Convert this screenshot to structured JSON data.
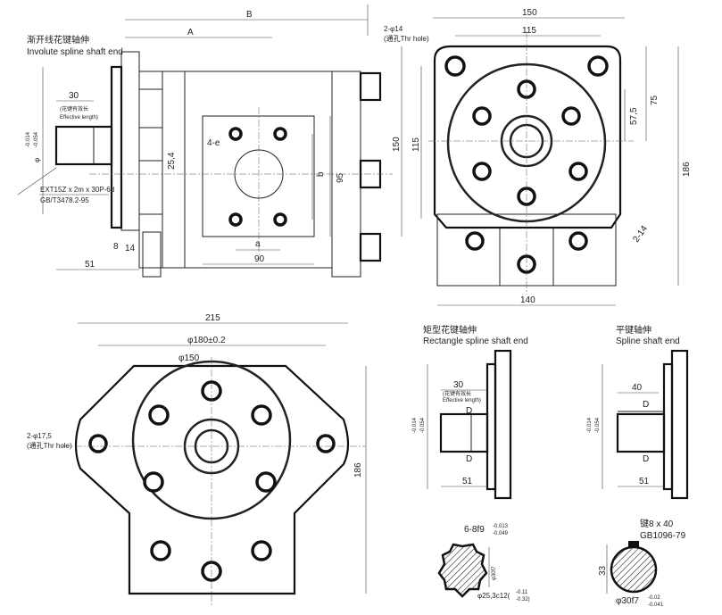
{
  "side_view": {
    "title_cn": "渐开线花键轴伸",
    "title_en": "Involute spline shaft end",
    "dim_B": "B",
    "dim_A": "A",
    "dim_30": "30",
    "effective_cn": "(花键有效长",
    "effective_en": "Effective length)",
    "tol_phi": "φ",
    "tol_upper": "-0.014",
    "tol_lower": "-0.054",
    "spline_spec": "EXT15Z x 2m x 30P-6d",
    "spline_std": "GB/T3478.2-95",
    "dim_25_4": "25,4",
    "holes_4": "4-e",
    "dim_95": "95",
    "dim_b": "b",
    "dim_a": "a",
    "dim_90": "90",
    "dim_8": "8",
    "dim_14": "14",
    "dim_51": "51"
  },
  "front_view": {
    "dim_150_top": "150",
    "holes_2": "2-φ14",
    "thru_hole": "(通孔Thr hole)",
    "dim_115_top": "115",
    "dim_57_5": "57,5",
    "dim_75": "75",
    "dim_150_left": "150",
    "dim_115_left": "115",
    "dim_186": "186",
    "dim_2_14": "2-14",
    "dim_140": "140"
  },
  "flange_view": {
    "dim_215": "215",
    "dim_phi180": "φ180±0.2",
    "dim_phi150": "φ150",
    "holes_2": "2-φ17,5",
    "thru_hole": "(通孔Thr hole)",
    "dim_186": "186"
  },
  "rect_spline": {
    "title_cn": "矩型花键轴伸",
    "title_en": "Rectangle spline shaft end",
    "dim_30": "30",
    "effective_cn": "(花键有效长",
    "effective_en": "Effective length)",
    "tol_upper": "-0.014",
    "tol_lower": "-0.054",
    "section_mark_top": "D",
    "section_mark_bottom": "D",
    "dim_51": "51",
    "spline_width": "6-8f9",
    "width_tol_upper": "-0.013",
    "width_tol_lower": "-0.049",
    "dim_minor": "φ25,3c12(",
    "minor_tol_upper": "-0.11",
    "minor_tol_lower": "-0.32)",
    "dim_major": "φ30f7"
  },
  "key_shaft": {
    "title_cn": "平键轴伸",
    "title_en": "Spline shaft end",
    "dim_40": "40",
    "tol_upper": "-0.014",
    "tol_lower": "-0.054",
    "section_mark_top": "D",
    "section_mark_bottom": "D",
    "dim_51": "51",
    "key_spec": "键8 x 40",
    "key_std": "GB1096-79",
    "dim_33": "33",
    "dim_phi30": "φ30f7",
    "phi_tol_upper": "-0.02",
    "phi_tol_lower": "-0.041"
  }
}
